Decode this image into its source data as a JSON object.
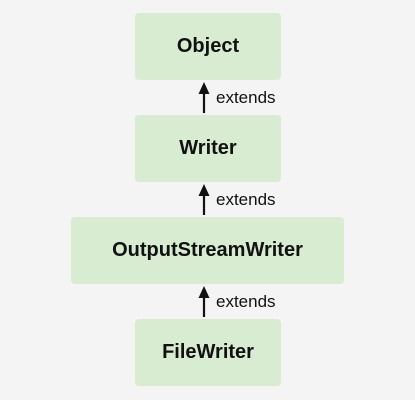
{
  "diagram": {
    "nodes": [
      {
        "id": "object",
        "label": "Object"
      },
      {
        "id": "writer",
        "label": "Writer"
      },
      {
        "id": "output-stream-writer",
        "label": "OutputStreamWriter"
      },
      {
        "id": "file-writer",
        "label": "FileWriter"
      }
    ],
    "edges": [
      {
        "from": "writer",
        "to": "object",
        "label": "extends"
      },
      {
        "from": "output-stream-writer",
        "to": "writer",
        "label": "extends"
      },
      {
        "from": "file-writer",
        "to": "output-stream-writer",
        "label": "extends"
      }
    ],
    "colors": {
      "node_fill": "#d7ecd1",
      "background": "#f4f4f4",
      "text": "#111111"
    }
  }
}
